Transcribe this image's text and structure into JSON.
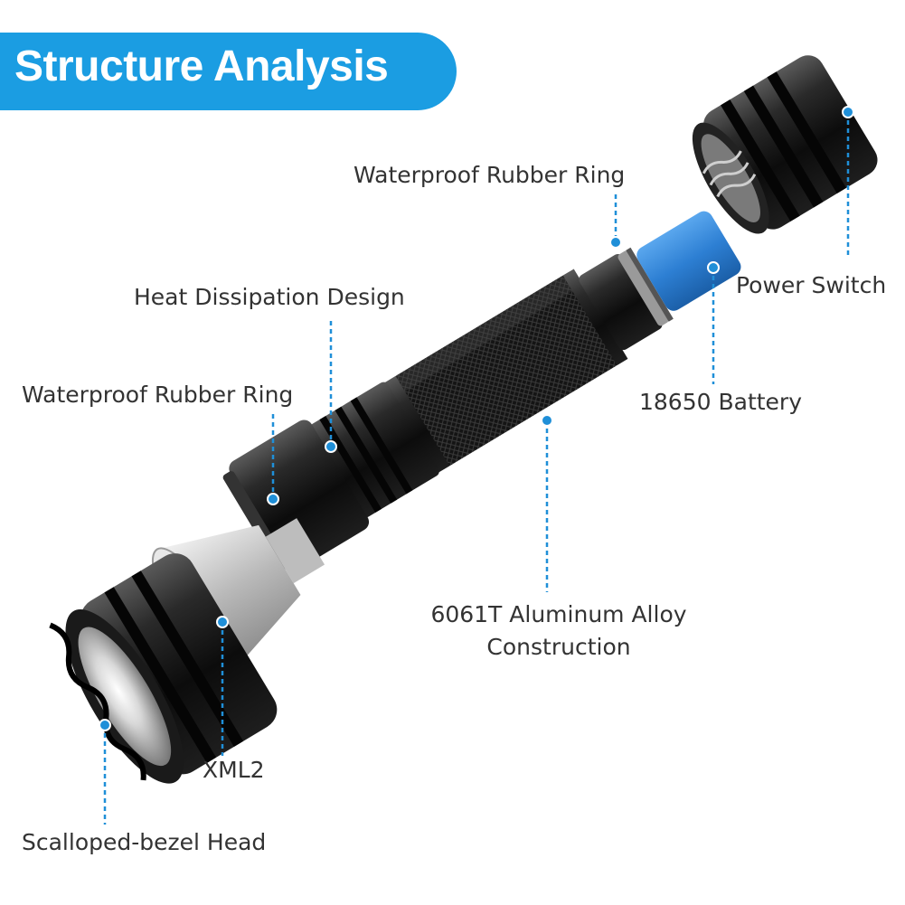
{
  "header": {
    "title": "Structure Analysis"
  },
  "colors": {
    "accent": "#1b9de2",
    "callout": "#1f8fd8",
    "text": "#333333",
    "battery": "#2d7fd3",
    "body": "#151515"
  },
  "labels": {
    "waterproof_ring_top": "Waterproof Rubber Ring",
    "power_switch": "Power Switch",
    "heat_dissipation": "Heat Dissipation Design",
    "battery": "18650 Battery",
    "waterproof_ring_left": "Waterproof Rubber Ring",
    "alloy_line1": "6061T Aluminum Alloy",
    "alloy_line2": "Construction",
    "xml2": "XML2",
    "head": "Scalloped-bezel Head"
  }
}
